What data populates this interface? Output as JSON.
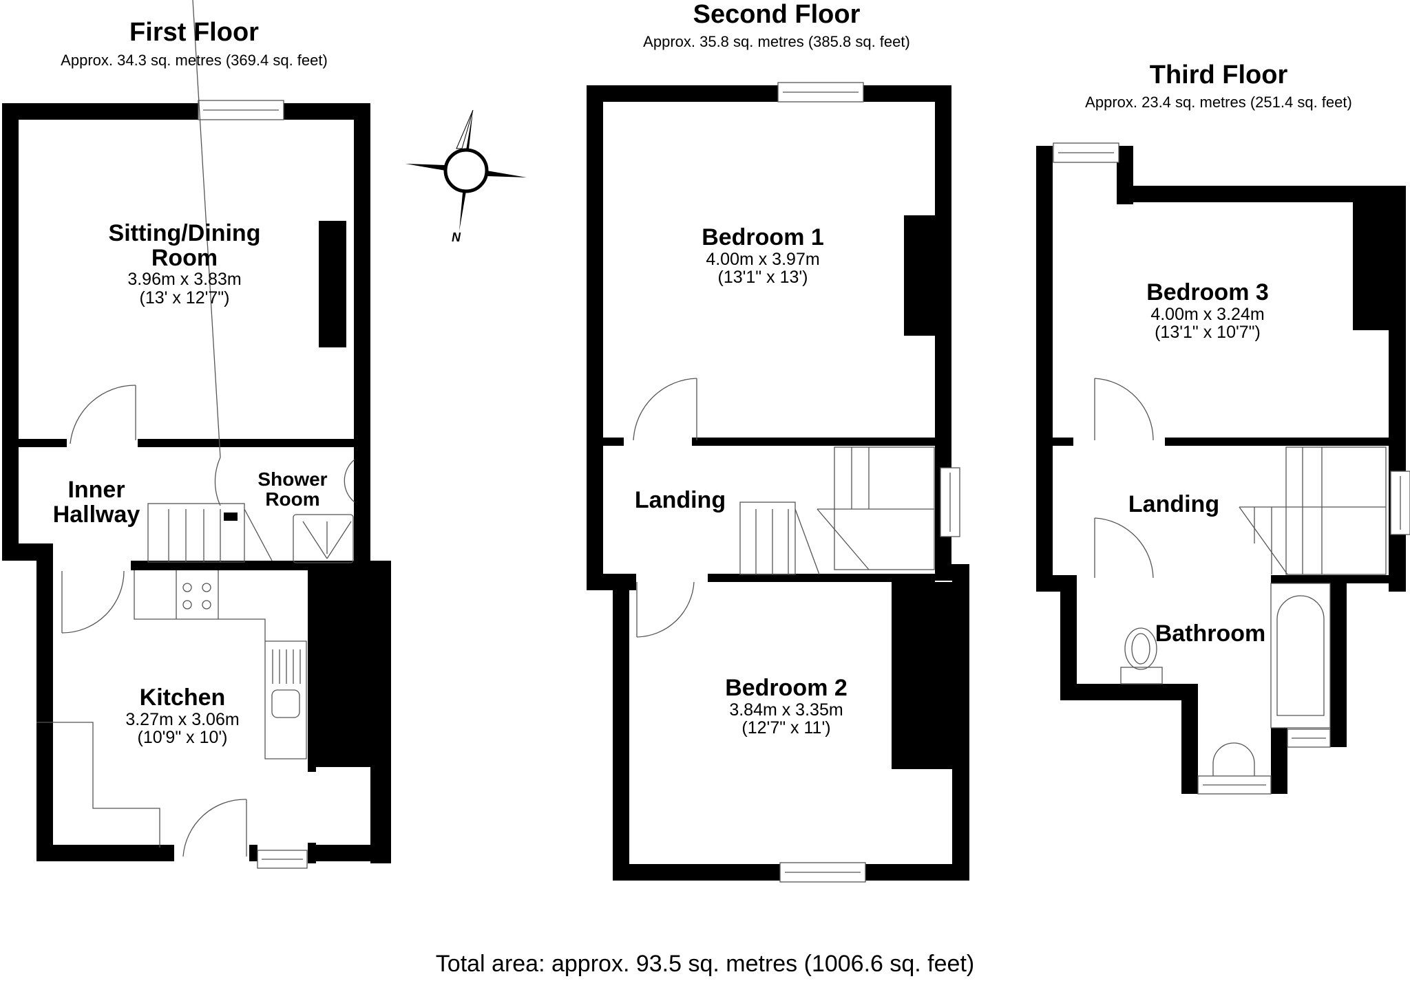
{
  "floors": [
    {
      "title": "First Floor",
      "area": "Approx. 34.3 sq. metres (369.4 sq. feet)",
      "rooms": [
        {
          "name": "Sitting/Dining",
          "name_line2": "Room",
          "dim_m": "3.96m x 3.83m",
          "dim_ft": "(13' x 12'7\")"
        },
        {
          "name": "Inner",
          "name_line2": "Hallway"
        },
        {
          "name": "Shower",
          "name_line2": "Room"
        },
        {
          "name": "Kitchen",
          "dim_m": "3.27m x 3.06m",
          "dim_ft": "(10'9\" x 10')"
        }
      ]
    },
    {
      "title": "Second Floor",
      "area": "Approx. 35.8 sq. metres (385.8 sq. feet)",
      "rooms": [
        {
          "name": "Bedroom 1",
          "dim_m": "4.00m x 3.97m",
          "dim_ft": "(13'1\" x 13')"
        },
        {
          "name": "Landing"
        },
        {
          "name": "Bedroom 2",
          "dim_m": "3.84m x 3.35m",
          "dim_ft": "(12'7\" x 11')"
        }
      ]
    },
    {
      "title": "Third Floor",
      "area": "Approx. 23.4 sq. metres (251.4 sq. feet)",
      "rooms": [
        {
          "name": "Bedroom 3",
          "dim_m": "4.00m x 3.24m",
          "dim_ft": "(13'1\" x 10'7\")"
        },
        {
          "name": "Landing"
        },
        {
          "name": "Bathroom"
        }
      ]
    }
  ],
  "compass": {
    "label": "N",
    "icon": "compass-rose-icon"
  },
  "total_area": "Total area: approx. 93.5 sq. metres (1006.6 sq. feet)",
  "colors": {
    "wall": "#000000",
    "background": "#ffffff",
    "fixture_line": "#555555"
  }
}
